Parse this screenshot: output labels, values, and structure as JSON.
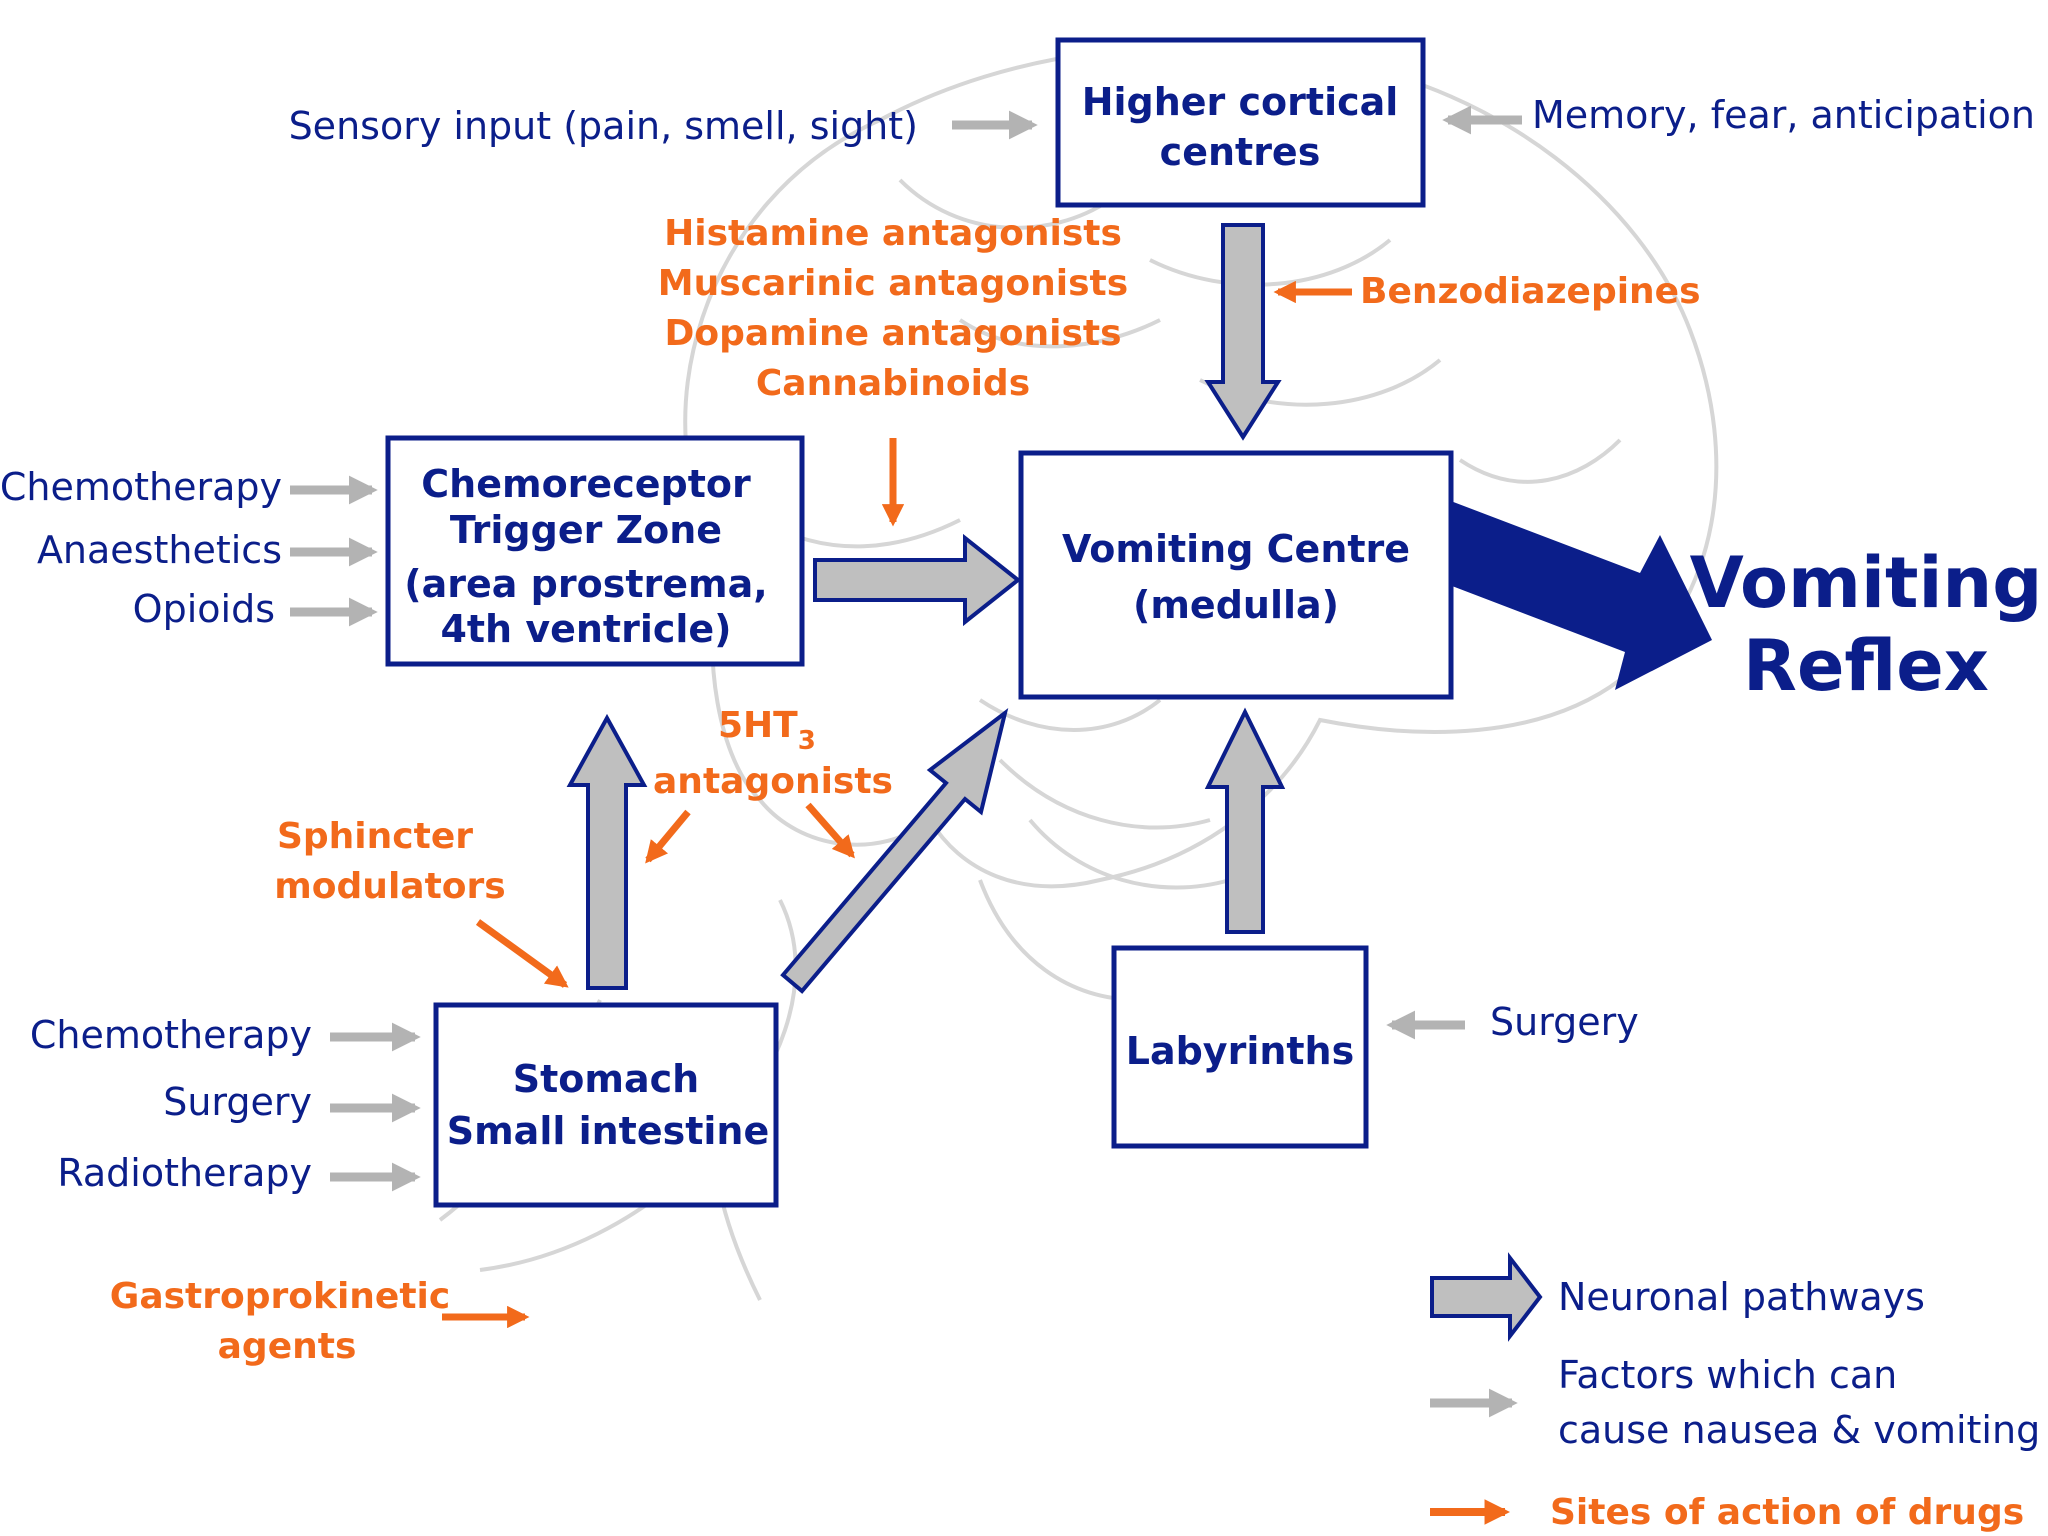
{
  "boxes": {
    "higher_cortical": [
      "Higher cortical",
      "centres"
    ],
    "ctz": [
      "Chemoreceptor",
      "Trigger Zone",
      "(area prostrema,",
      "4th ventricle)"
    ],
    "vomiting_centre": [
      "Vomiting Centre",
      "(medulla)"
    ],
    "stomach": [
      "Stomach",
      "Small intestine"
    ],
    "labyrinths": [
      "Labyrinths"
    ]
  },
  "outcome": [
    "Vomiting",
    "Reflex"
  ],
  "inputs": {
    "sensory": "Sensory input (pain, smell, sight)",
    "memory": "Memory, fear, anticipation",
    "ctz_chemotherapy": "Chemotherapy",
    "ctz_anaesthetics": "Anaesthetics",
    "ctz_opioids": "Opioids",
    "gut_chemotherapy": "Chemotherapy",
    "gut_surgery": "Surgery",
    "gut_radiotherapy": "Radiotherapy",
    "labyrinth_surgery": "Surgery"
  },
  "drugs": {
    "central": [
      "Histamine antagonists",
      "Muscarinic antagonists",
      "Dopamine antagonists",
      "Cannabinoids"
    ],
    "benzodiazepines": "Benzodiazepines",
    "five_ht3": [
      "5HT",
      "3",
      "antagonists"
    ],
    "sphincter": [
      "Sphincter",
      "modulators"
    ],
    "gastroprokinetic": [
      "Gastroprokinetic",
      "agents"
    ]
  },
  "legend": {
    "neuronal": "Neuronal pathways",
    "factors": [
      "Factors which can",
      "cause nausea & vomiting"
    ],
    "drugs": "Sites of action of drugs"
  },
  "colors": {
    "navy": "#0b1e8a",
    "orange": "#f26a1b",
    "grey_arrow": "#bfbfbf",
    "light_arrow": "#b3b3b3"
  }
}
